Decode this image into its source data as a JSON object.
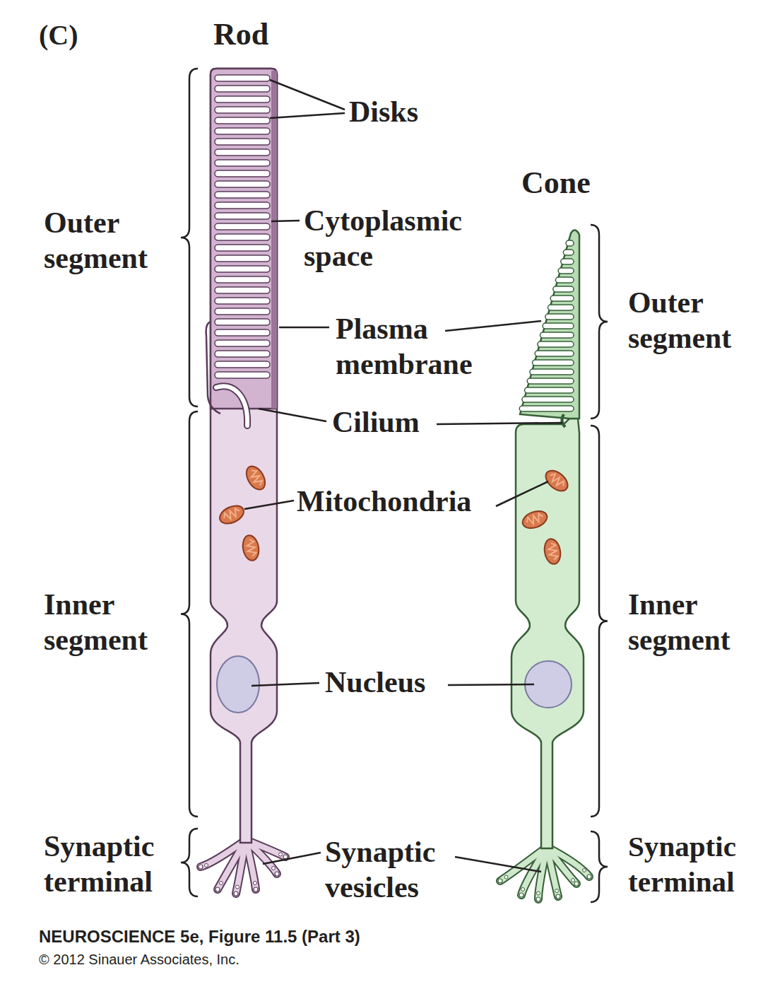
{
  "diagram": {
    "caption": "NEUROSCIENCE 5e, Figure 11.5 (Part 3)",
    "labels": [
      "(C)",
      "Rod",
      "Disks",
      "Cone",
      "Outer segment",
      "Cytoplasmic space",
      "Outer segment",
      "Plasma membrane",
      "Cilium",
      "Mitochondria",
      "Inner segment",
      "Inner segment",
      "Nucleus",
      "Synaptic terminal",
      "Synaptic vesicles",
      "Synaptic terminal",
      "© 2012 Sinauer Associates, Inc."
    ]
  }
}
